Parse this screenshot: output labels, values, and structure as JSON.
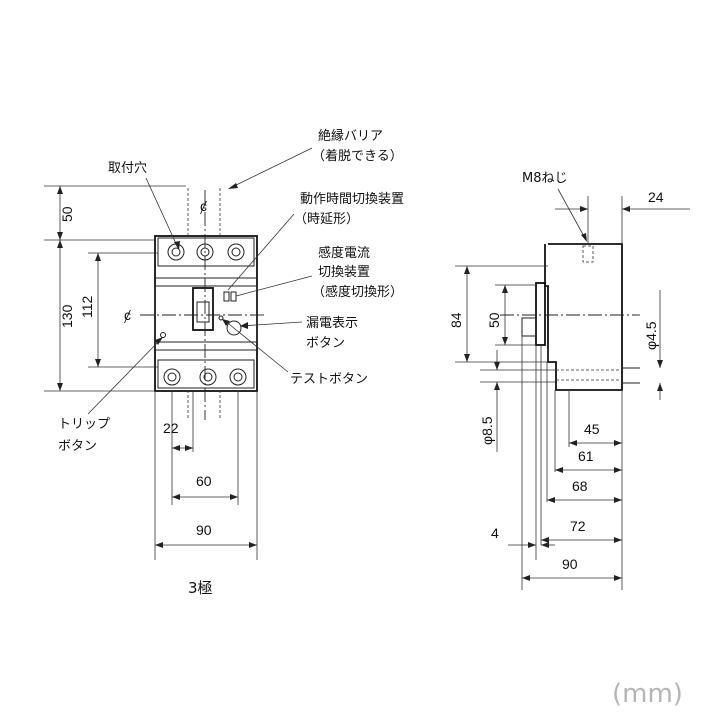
{
  "labels": {
    "insulation_barrier": "絶縁バリア",
    "insulation_barrier_note": "（着脱できる）",
    "mount_hole": "取付穴",
    "time_delay_device": "動作時間切換装置",
    "time_delay_note": "（時延形）",
    "sensitivity_line1": "感度電流",
    "sensitivity_line2": "切換装置",
    "sensitivity_note": "（感度切換形）",
    "leak_indicator_line1": "漏電表示",
    "leak_indicator_line2": "ボタン",
    "test_button": "テストボタン",
    "trip_line1": "トリップ",
    "trip_line2": "ボタン",
    "screw": "M8ねじ",
    "poles": "3極",
    "unit": "(mm)",
    "centerline_symbol": "ȼ"
  },
  "front_dims": {
    "top": "50",
    "height": "130",
    "inner_height": "112",
    "pitch": "22",
    "mount_width": "60",
    "width": "90"
  },
  "side_dims": {
    "screw_offset": "24",
    "height_84": "84",
    "height_50": "50",
    "hole": "φ4.5",
    "hole2": "φ8.5",
    "d45": "45",
    "d61": "61",
    "d68": "68",
    "d72": "72",
    "d4": "4",
    "d90": "90"
  }
}
